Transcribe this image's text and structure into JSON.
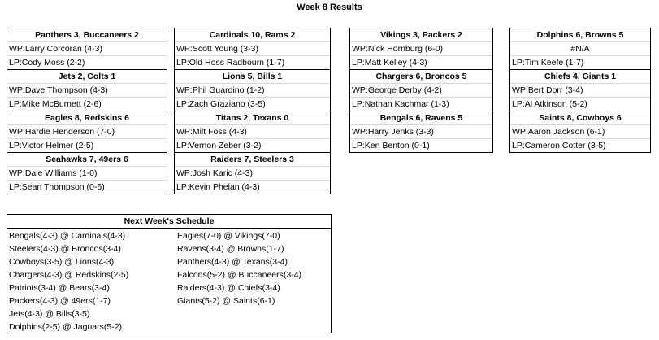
{
  "title": "Week 8 Results",
  "columns": [
    [
      {
        "header": "Panthers 3, Buccaneers 2",
        "lines": [
          "WP:Larry Corcoran (4-3)",
          "LP:Cody Moss (2-2)"
        ]
      },
      {
        "header": "Jets 2, Colts 1",
        "lines": [
          "WP:Dave Thompson (4-3)",
          "LP:Mike McBurnett (2-6)"
        ]
      },
      {
        "header": "Eagles 8, Redskins 6",
        "lines": [
          "WP:Hardie Henderson (7-0)",
          "LP:Victor Helmer (2-5)"
        ]
      },
      {
        "header": "Seahawks 7, 49ers 6",
        "lines": [
          "WP:Dale Williams (1-0)",
          "LP:Sean Thompson (0-6)"
        ]
      }
    ],
    [
      {
        "header": "Cardinals 10, Rams 2",
        "lines": [
          "WP:Scott Young (3-3)",
          "LP:Old Hoss Radbourn (1-7)"
        ]
      },
      {
        "header": "Lions 5, Bills 1",
        "lines": [
          "WP:Phil Guardino (1-2)",
          "LP:Zach Graziano (3-5)"
        ]
      },
      {
        "header": "Titans 2, Texans 0",
        "lines": [
          "WP:Milt Foss (4-3)",
          "LP:Vernon Zeber (3-2)"
        ]
      },
      {
        "header": "Raiders 7, Steelers 3",
        "lines": [
          "WP:Josh Karic (4-3)",
          "LP:Kevin Phelan (4-3)"
        ]
      }
    ],
    [
      {
        "header": "Vikings 3, Packers 2",
        "lines": [
          "WP:Nick Hornburg (6-0)",
          "LP:Matt Kelley (4-3)"
        ]
      },
      {
        "header": "Chargers 6, Broncos 5",
        "lines": [
          "WP:George Derby (4-2)",
          "LP:Nathan Kachmar (1-3)"
        ]
      },
      {
        "header": "Bengals 6, Ravens 5",
        "lines": [
          "WP:Harry Jenks (3-3)",
          "LP:Ken Benton (0-1)"
        ]
      }
    ],
    [
      {
        "header": "Dolphins 6, Browns 5",
        "na": "#N/A",
        "lines": [
          "LP:Tim Keefe (1-7)"
        ]
      },
      {
        "header": "Chiefs 4, Giants 1",
        "lines": [
          "WP:Bert Dorr (3-4)",
          "LP:Al Atkinson (5-2)"
        ]
      },
      {
        "header": "Saints 8, Cowboys 6",
        "lines": [
          "WP:Aaron Jackson (6-1)",
          "LP:Cameron Cotter (3-5)"
        ]
      }
    ]
  ],
  "schedule": {
    "header": "Next Week's Schedule",
    "left": [
      "Bengals(4-3) @ Cardinals(4-3)",
      "Steelers(4-3) @ Broncos(3-4)",
      "Cowboys(3-5) @ Lions(4-3)",
      "Chargers(4-3) @ Redskins(2-5)",
      "Patriots(3-4) @ Bears(3-4)",
      "Packers(4-3) @ 49ers(1-7)",
      "Jets(4-3) @ Bills(3-5)",
      "Dolphins(2-5) @ Jaguars(5-2)"
    ],
    "right": [
      "Eagles(7-0) @ Vikings(7-0)",
      "Ravens(3-4) @ Browns(1-7)",
      "Panthers(4-3) @ Texans(3-4)",
      "Falcons(5-2) @ Buccaneers(3-4)",
      "Raiders(4-3) @ Chiefs(3-4)",
      "Giants(5-2) @ Saints(6-1)"
    ]
  }
}
